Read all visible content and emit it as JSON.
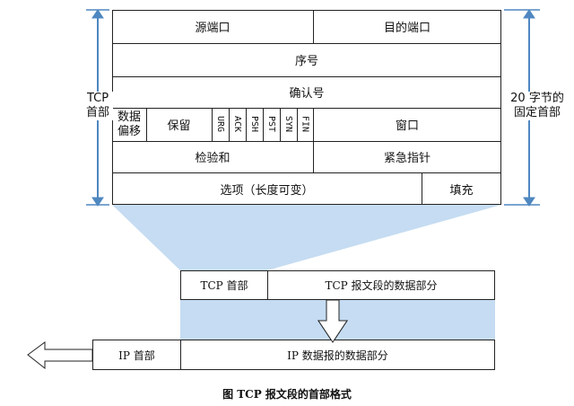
{
  "header_fields": {
    "source_port": "源端口",
    "dest_port": "目的端口",
    "sequence_number": "序号",
    "ack_number": "确认号",
    "data_offset_line1": "数据",
    "data_offset_line2": "偏移",
    "reserved": "保留",
    "flags": [
      "URG",
      "ACK",
      "PSH",
      "PST",
      "SYN",
      "FIN"
    ],
    "window": "窗口",
    "checksum": "检验和",
    "urgent_pointer": "紧急指针",
    "options": "选项（长度可变）",
    "padding": "填充"
  },
  "left_label": {
    "line1": "TCP",
    "line2": "首部"
  },
  "right_label": {
    "line1": "20 字节的",
    "line2": "固定首部"
  },
  "segment": {
    "header": "TCP 首部",
    "data": "TCP 报文段的数据部分"
  },
  "datagram": {
    "header": "IP 首部",
    "data": "IP 数据报的数据部分"
  },
  "caption": "图 TCP 报文段的首部格式",
  "colors": {
    "shade": "#c5dcf2",
    "arrow": "#4f87c0",
    "line": "#222222"
  }
}
